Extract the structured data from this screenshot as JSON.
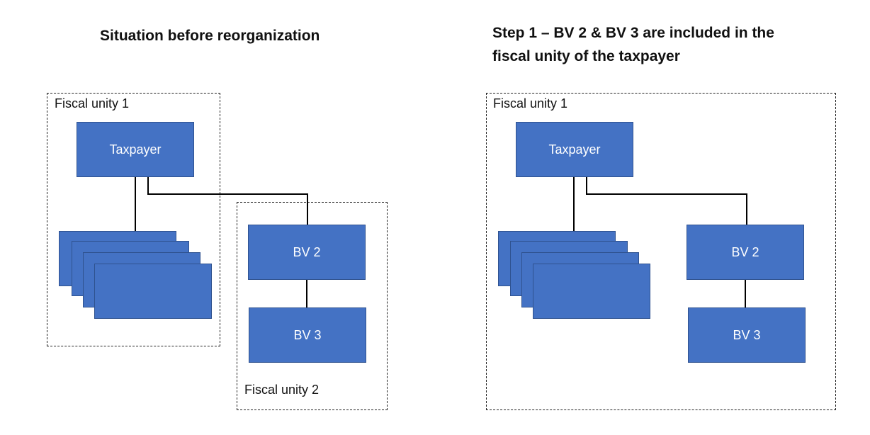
{
  "panels": [
    {
      "title": "Situation before reorganization",
      "frames": [
        {
          "label": "Fiscal unity 1"
        },
        {
          "label": "Fiscal unity 2"
        }
      ],
      "nodes": {
        "taxpayer": "Taxpayer",
        "bv2": "BV 2",
        "bv3": "BV 3",
        "subsidiaries": [
          "",
          "",
          "",
          ""
        ]
      }
    },
    {
      "title_line1": "Step 1 – BV 2 & BV 3 are included in the",
      "title_line2": "fiscal unity of the taxpayer",
      "frames": [
        {
          "label": "Fiscal unity 1"
        }
      ],
      "nodes": {
        "taxpayer": "Taxpayer",
        "bv2": "BV 2",
        "bv3": "BV 3",
        "subsidiaries": [
          "",
          "",
          "",
          ""
        ]
      }
    }
  ],
  "colors": {
    "node_fill": "#4472C4",
    "node_border": "#2F528F",
    "line": "#000000"
  }
}
